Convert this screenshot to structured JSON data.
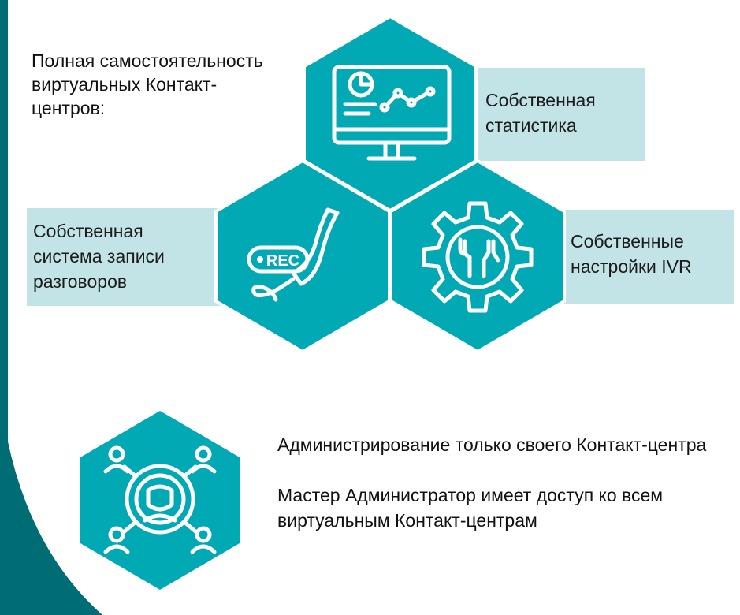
{
  "heading": "Полная самостоятельность виртуальных Контакт-центров:",
  "features": {
    "statistics": "Собственная статистика",
    "recording": "Собственная система записи разговоров",
    "ivr": "Собственные настройки IVR"
  },
  "rec_badge": "REC",
  "admin": {
    "line1": "Администрирование только своего Контакт-центра",
    "line2": "Мастер Администратор имеет доступ ко всем виртуальным Контакт-центрам"
  },
  "colors": {
    "hex_fill": "#00a9b4",
    "label_bg": "#c3e4e6",
    "dark_teal": "#006c74",
    "icon_white": "#ffffff"
  },
  "icons": [
    "monitor-chart-icon",
    "phone-recording-icon",
    "gear-tools-icon",
    "admin-network-icon"
  ]
}
